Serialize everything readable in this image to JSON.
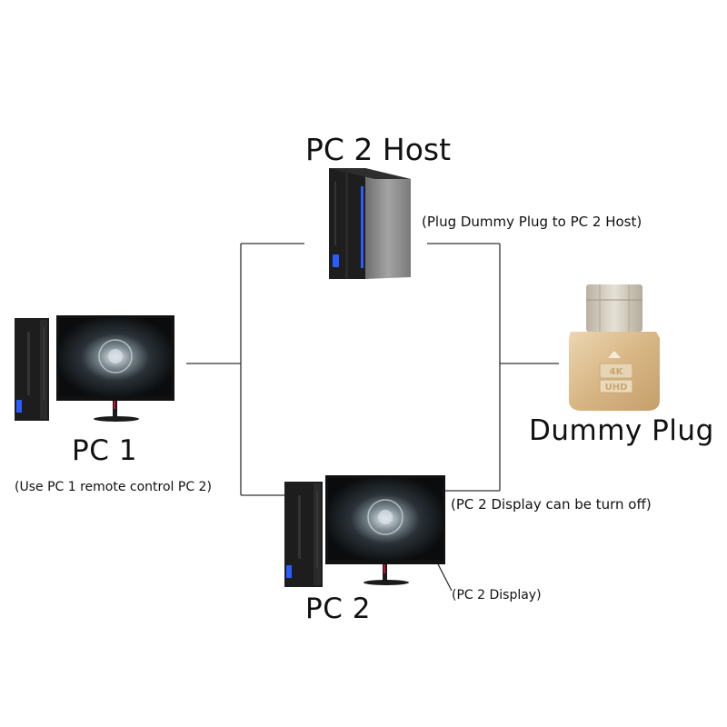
{
  "labels": {
    "pc2_host": "PC 2 Host",
    "plug_note": "(Plug Dummy Plug to PC 2 Host)",
    "pc1": "PC 1",
    "pc1_note": "(Use PC 1 remote control PC 2)",
    "dummy_plug": "Dummy Plug",
    "pc2_display_off": "(PC 2 Display can be turn off)",
    "pc2_display": "(PC 2 Display)",
    "pc2": "PC 2"
  },
  "plug_badge": {
    "top": "4K",
    "bottom": "UHD"
  },
  "colors": {
    "line": "#333333",
    "tower": "#1e1e1e",
    "tower_side": "#8a8a8a",
    "led": "#2a5cff",
    "plug_gold": "#d8b98a",
    "plug_metal": "#cfc9bd",
    "monitor_stand": "#c8102e"
  }
}
